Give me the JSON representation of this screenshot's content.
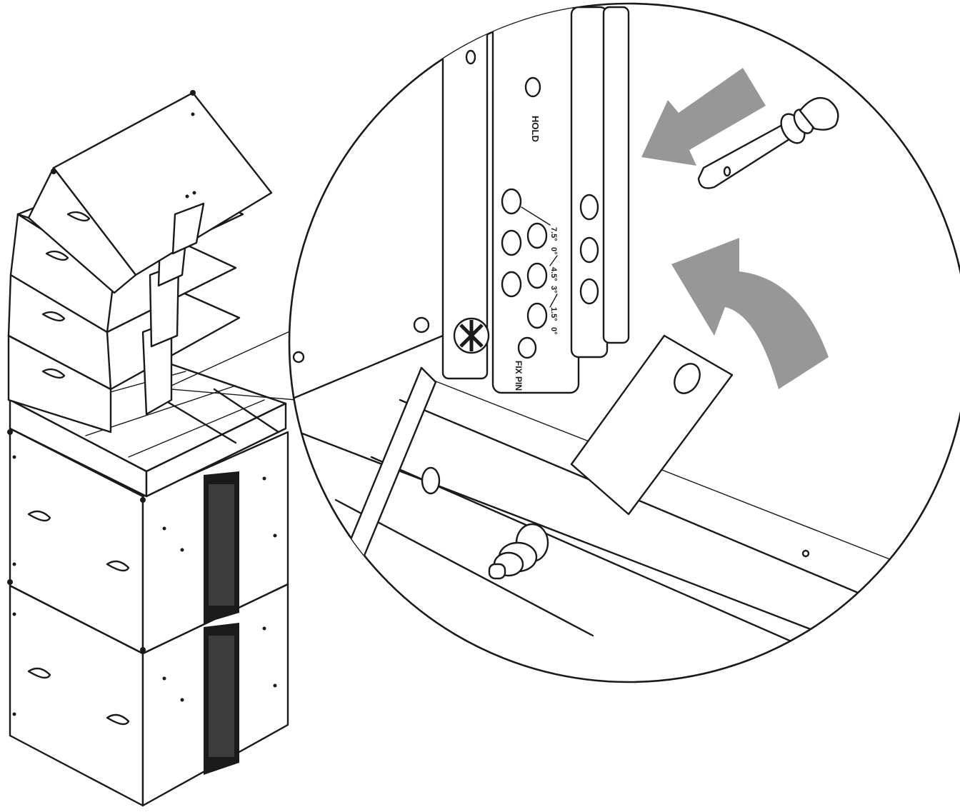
{
  "figure": {
    "detail_labels": {
      "hold": "HOLD",
      "fix_pin": "FIX PIN",
      "angles": [
        "7.5°",
        "0°",
        "4.5°",
        "3°",
        "1.5°",
        "0°"
      ]
    },
    "colors": {
      "line": "#1a1a1a",
      "arrow": "#979797",
      "background": "#ffffff"
    },
    "icons": [
      "line-array-stack",
      "subwoofer-cabinet",
      "quick-release-pin",
      "push-arrow",
      "rotate-arrow",
      "logo-mark"
    ]
  }
}
